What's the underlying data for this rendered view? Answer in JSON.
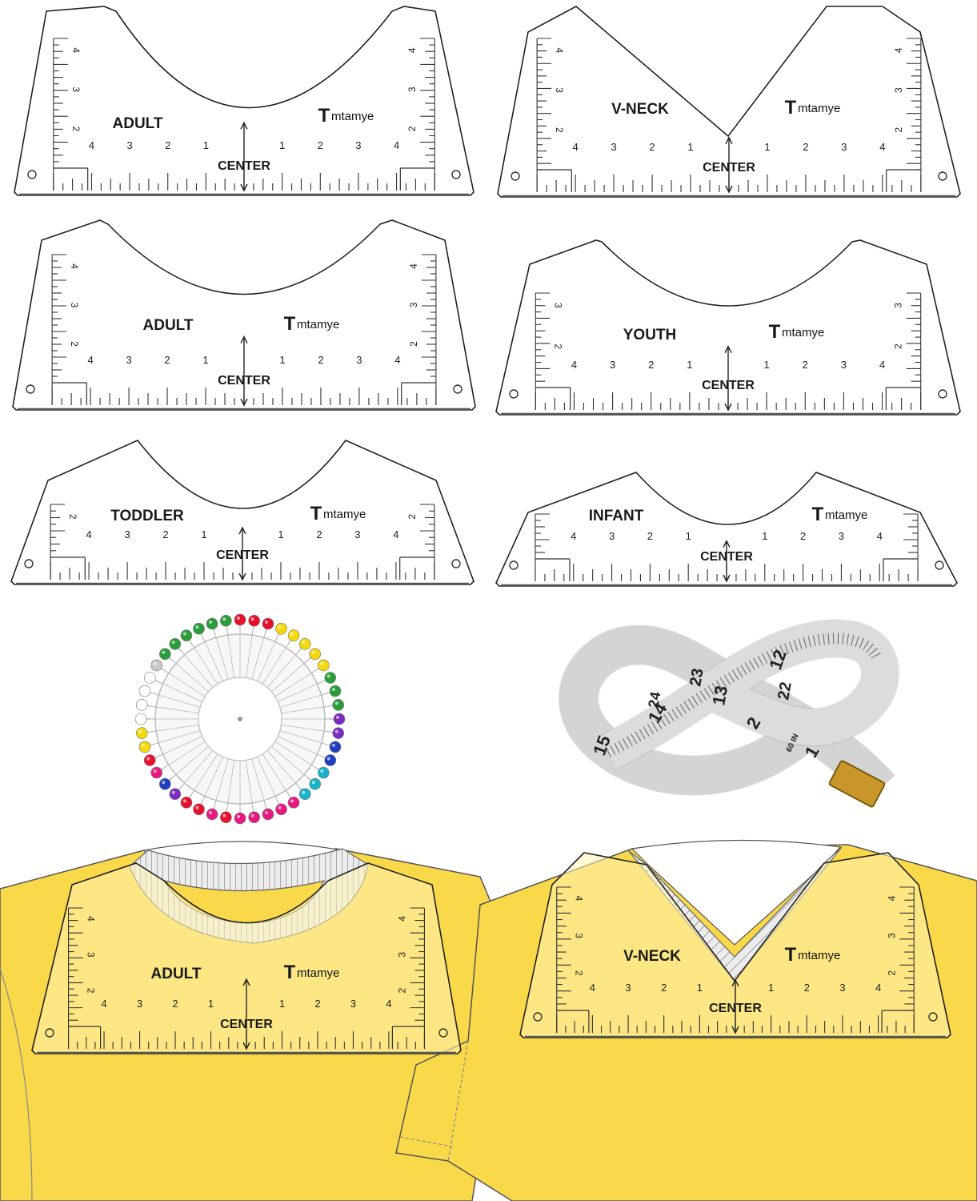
{
  "brand": "mtamye",
  "brand_initial": "T",
  "center_label": "CENTER",
  "left_numbers": [
    "4",
    "3",
    "2",
    "1"
  ],
  "right_numbers": [
    "1",
    "2",
    "3",
    "4"
  ],
  "templates": [
    {
      "id": "adult-top",
      "label": "ADULT",
      "side_numbers": [
        "4",
        "3",
        "2"
      ]
    },
    {
      "id": "vneck-top",
      "label": "V-NECK",
      "side_numbers": [
        "4",
        "3",
        "2"
      ]
    },
    {
      "id": "adult-mid",
      "label": "ADULT",
      "side_numbers": [
        "4",
        "3",
        "2"
      ]
    },
    {
      "id": "youth",
      "label": "YOUTH",
      "side_numbers": [
        "3",
        "2"
      ]
    },
    {
      "id": "toddler",
      "label": "TODDLER",
      "side_numbers": [
        "2"
      ]
    },
    {
      "id": "infant",
      "label": "INFANT",
      "side_numbers": []
    },
    {
      "id": "shirt-adult",
      "label": "ADULT",
      "side_numbers": [
        "4",
        "3",
        "2"
      ]
    },
    {
      "id": "shirt-vneck",
      "label": "V-NECK",
      "side_numbers": [
        "4",
        "3",
        "2"
      ]
    }
  ],
  "tape_numbers": [
    "1",
    "2",
    "12",
    "13",
    "14",
    "15",
    "22",
    "23",
    "24"
  ],
  "tape_unit": "60 IN",
  "pin_colors": [
    "#e8112d",
    "#f5d90a",
    "#2a9d3a",
    "#7b2cbf",
    "#1e3fbf",
    "#19b3c9",
    "#e6197f",
    "#ffffff",
    "#c9c9c9"
  ],
  "shirt_color": "#f9d84a"
}
